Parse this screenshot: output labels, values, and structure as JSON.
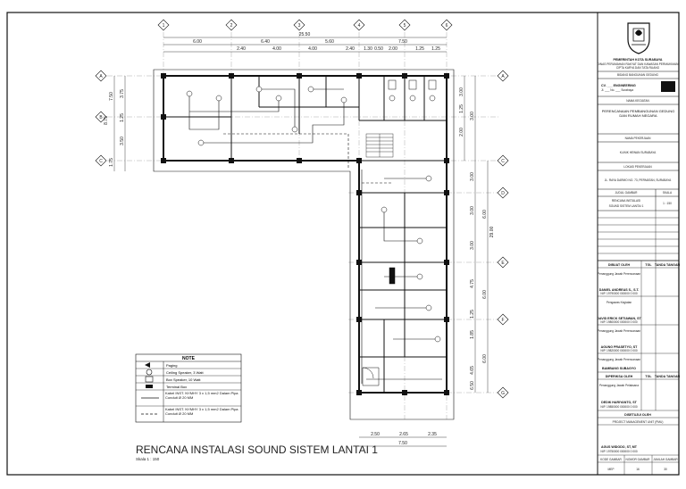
{
  "drawing": {
    "title": "RENCANA INSTALASI SOUND SISTEM LANTAI 1",
    "scale": "Skala 1 : 150"
  },
  "grid_top": [
    "1",
    "2",
    "3",
    "4",
    "5",
    "6"
  ],
  "grid_side": [
    "A",
    "B",
    "C",
    "D",
    "E",
    "F",
    "G"
  ],
  "dims": {
    "top_total": "25.50",
    "top_row1": [
      "6.00",
      "6.40",
      "5.60",
      "7.50"
    ],
    "top_row2": [
      "2.40",
      "4.00",
      "4.00",
      "2.40",
      "1.30",
      "0.50",
      "2.00",
      "1.25",
      "1.25"
    ],
    "left_vertical": [
      "1.75",
      "7.50",
      "3.50",
      "1.25",
      "8.75",
      "3.75"
    ],
    "right_vertical": [
      "3.00",
      "1.25",
      "2.00",
      "3.00",
      "3.00",
      "3.00",
      "6.00",
      "3.00",
      "6.00",
      "4.75",
      "1.25",
      "6.00",
      "1.85",
      "4.65",
      "6.50"
    ],
    "right_total": "29.00",
    "bottom_row": [
      "2.50",
      "2.65",
      "2.35"
    ],
    "bottom_total": "7.50"
  },
  "legend": {
    "title": "NOTE",
    "items": [
      {
        "icon": "paging-horn-icon",
        "label": "Paging"
      },
      {
        "icon": "ceiling-speaker-icon",
        "label": "Ceiling Speaker, 3 Watt"
      },
      {
        "icon": "box-speaker-icon",
        "label": "Box Speaker, 10 Watt"
      },
      {
        "icon": "terminal-box-icon",
        "label": "Terminal Box"
      },
      {
        "icon": "solid-line-icon",
        "label": "Kabel INST. NYMHY 3 x 1,5 mm2 Dalam Pipa Conduit Ø 20 MM"
      },
      {
        "icon": "dashed-line-icon",
        "label": "Kabel INST. NYMHY 3 x 1,5 mm2 Dalam Pipa Conduit Ø 20 MM"
      }
    ]
  },
  "title_block": {
    "org1": "PEMERINTAH KOTA SURABAYA",
    "org2": "DINAS PERUMAHAN RAKYAT DAN KAWASAN PERMUKIMAN",
    "org3": "CIPTA KARYA DAN TATA RUANG",
    "org4": "BIDANG BANGUNAN GEDUNG",
    "consultant": "CV. ___ ENGINEERING",
    "consultant_addr": "Jl. ___ No. ___ Surabaya",
    "section_kegiatan": "NAMA KEGIATAN",
    "kegiatan": "PERENCANAAN PEMBANGUNAN GEDUNG DAN RUMAH NEGARA",
    "section_pekerjaan": "NAMA PEKERJAAN",
    "pekerjaan": "KLINIK HEWAN SURABAYA",
    "section_lokasi": "LOKASI PEKERJAAN",
    "lokasi": "JL. RAYA DARMO NO. 73, PERMATAN, SURABAYA",
    "col_judul": "JUDUL GAMBAR",
    "col_skala": "SKALA",
    "judul": "RENCANA INSTALASI",
    "judul2": "SOUND SISTEM LANTAI 1",
    "skala": "1 : 150",
    "approval_head": [
      "DIBUAT OLEH",
      "TGL",
      "TANDA TANGAN"
    ],
    "approval_rows": [
      {
        "role": "Penanggung Jawab Perencanaan",
        "name": "DANIEL ANDREAS S., S.T.",
        "sub": "NIP. 19790000 000000 0 000"
      },
      {
        "role": "Pengawas Kegiatan",
        "name": "DAVID ERICK SETIAWAN, ST",
        "sub": "NIP. 19800000 000000 0 000"
      },
      {
        "role": "Penanggung Jawab Perencanaan",
        "name": "AGUNG PRASETYO, ST",
        "sub": "NIP. 19820000 000000 0 000"
      },
      {
        "role": "Penanggung Jawab Perencanaan",
        "name": "BAMBANG SUBAGYO",
        "sub": ""
      }
    ],
    "checked_head": [
      "DIPERIKSA OLEH",
      "TGL",
      "TANDA TANGAN"
    ],
    "checked_rows": [
      {
        "role": "Penanggung Jawab Pelaksana",
        "name": "DEDIK HARIYANTO, ST",
        "sub": "NIP. 19850000 000000 0 000"
      }
    ],
    "approved_head": "DISETUJUI OLEH",
    "approved_unit": "PROJECT MANAGEMENT UNIT (PMU)",
    "approved_name": "AGUS WIDODO, ST, MT",
    "approved_sub": "NIP. 19750000 000000 0 000",
    "bottom_cols": [
      "KODE GAMBAR",
      "NOMOR GAMBAR",
      "JUMLAH GAMBAR"
    ],
    "bottom_vals": [
      "MEP",
      "16",
      "30"
    ]
  }
}
